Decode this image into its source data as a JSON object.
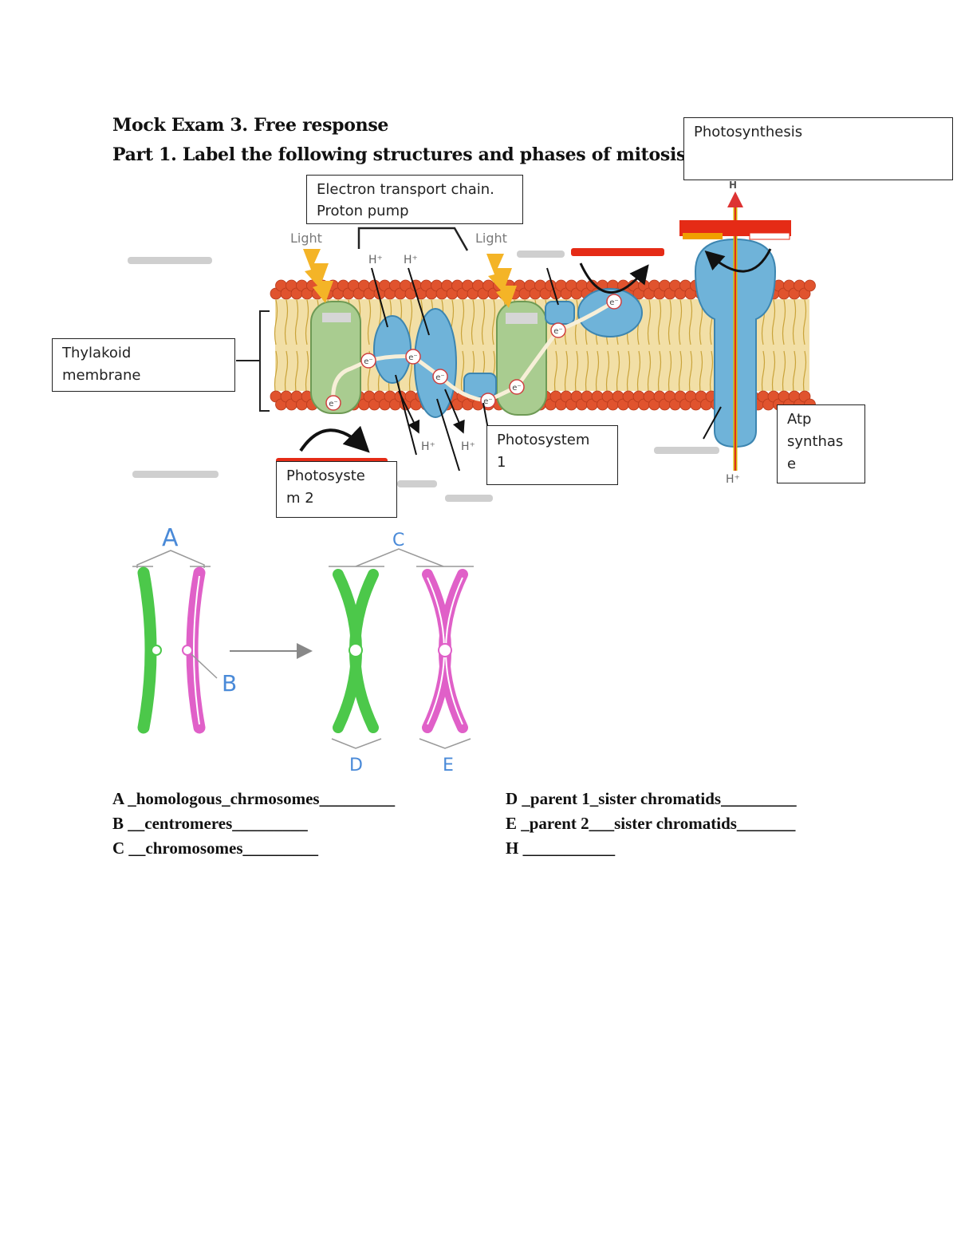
{
  "title": "Mock Exam 3. Free response",
  "subtitle": "Part 1. Label the following structures and phases of mitosis",
  "photosynthesis_diagram": {
    "boxes": {
      "photosynthesis": [
        "Photosynthesis"
      ],
      "etc": [
        "Electron transport chain.",
        "Proton pump"
      ],
      "thylakoid": [
        "Thylakoid",
        "membrane"
      ],
      "ps1": [
        "Photosystem",
        "1"
      ],
      "ps2": [
        "Photosyste",
        "m 2"
      ],
      "atp": [
        "Atp",
        "synthas",
        "e"
      ]
    },
    "light_label": "Light",
    "proton_label": "H⁺",
    "electron_label": "e⁻",
    "top_proton_label": "H"
  },
  "chromosome_diagram": {
    "letters": {
      "A": "A",
      "B": "B",
      "C": "C",
      "D": "D",
      "E": "E"
    },
    "colors": {
      "green": "#4cc84a",
      "pink": "#e060c8",
      "letter": "#4a8ad8"
    }
  },
  "answers_left": [
    "A _homologous_chrmosomes_________",
    "B __centromeres_________",
    "C __chromosomes_________"
  ],
  "answers_right": [
    "D _parent 1_sister chromatids_________",
    "E _parent 2___sister chromatids_______",
    "H ___________"
  ]
}
